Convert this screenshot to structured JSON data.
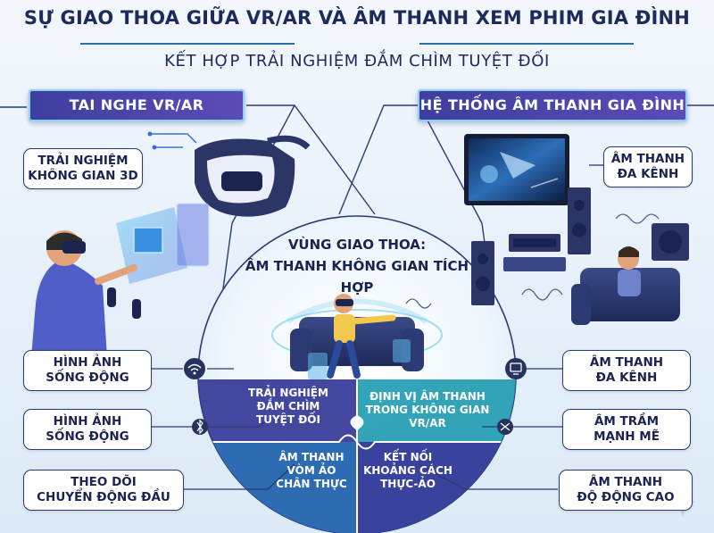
{
  "header": {
    "title": "SỰ GIAO THOA GIỮA VR/AR VÀ ÂM THANH XEM PHIM GIA ĐÌNH",
    "subtitle": "KẾT HỢP TRẢI NGHIỆM ĐẮM CHÌM TUYỆT ĐỐI"
  },
  "left_panel": {
    "heading": "TAI NGHE VR/AR",
    "boxes": [
      [
        "TRẢI NGHIỆM",
        "KHÔNG GIAN 3D"
      ],
      [
        "HÌNH ẢNH",
        "SỐNG ĐỘNG"
      ],
      [
        "HÌNH ẢNH",
        "SỐNG ĐỘNG"
      ],
      [
        "THEO DÕI",
        "CHUYỂN ĐỘNG ĐẦU"
      ]
    ]
  },
  "right_panel": {
    "heading": "HỆ THỐNG ÂM THANH GIA ĐÌNH",
    "boxes": [
      [
        "ÂM THANH",
        "ĐA KÊNH"
      ],
      [
        "ÂM THANH",
        "ĐA KÊNH"
      ],
      [
        "ÂM TRẦM",
        "MẠNH MẼ"
      ],
      [
        "ÂM THANH",
        "ĐỘ ĐỘNG CAO"
      ]
    ]
  },
  "center": {
    "title_line1": "VÙNG GIAO THOA:",
    "title_line2": "ÂM THANH KHÔNG GIAN TÍCH HỢP",
    "quadrants": [
      [
        "TRẢI NGHIỆM",
        "ĐẮM CHÌM",
        "TUYỆT ĐỐI"
      ],
      [
        "ĐỊNH VỊ ÂM THANH",
        "TRONG KHÔNG GIAN",
        "VR/AR"
      ],
      [
        "ÂM THANH",
        "VÒM ẢO",
        "CHÂN THỰC"
      ],
      [
        "KẾT NỐI",
        "KHOẢNG CÁCH",
        "THỰC-ẢO"
      ]
    ]
  },
  "colors": {
    "navy": "#1c2a5c",
    "tab_start": "#3d3f9e",
    "tab_end": "#5c4bb8",
    "quad_tl": "#3a3d9a",
    "quad_tr": "#1e9ab0",
    "quad_bl": "#2b6fb4",
    "quad_br": "#3a3d9a"
  },
  "icons": [
    "vr-headset-icon",
    "person-vr-icon",
    "tv-screen-icon",
    "speaker-icon",
    "subwoofer-icon",
    "person-sofa-icon",
    "wifi-icon",
    "bluetooth-icon",
    "screen-share-icon",
    "shuffle-icon",
    "sparkle-icon"
  ]
}
